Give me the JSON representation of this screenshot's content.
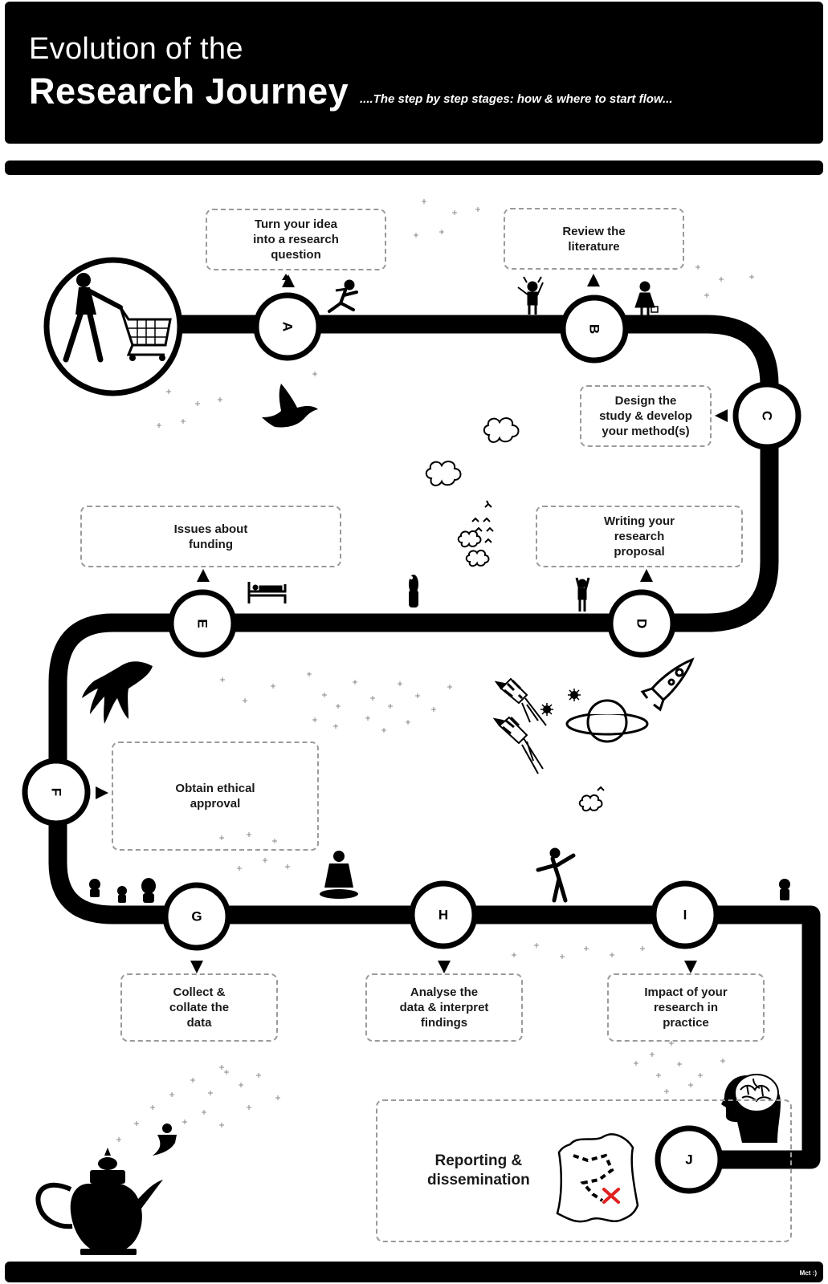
{
  "header": {
    "title_line1": "Evolution of the",
    "title_line2": "Research Journey",
    "tagline": "....The step by step stages: how & where to start flow..."
  },
  "stages": [
    {
      "letter": "A",
      "label": "Turn your idea\ninto a research\nquestion"
    },
    {
      "letter": "B",
      "label": "Review the\nliterature"
    },
    {
      "letter": "C",
      "label": "Design the\nstudy & develop\nyour method(s)"
    },
    {
      "letter": "D",
      "label": "Writing your\nresearch\nproposal"
    },
    {
      "letter": "E",
      "label": "Issues about\nfunding"
    },
    {
      "letter": "F",
      "label": "Obtain ethical\napproval"
    },
    {
      "letter": "G",
      "label": "Collect &\ncollate the\ndata"
    },
    {
      "letter": "H",
      "label": "Analyse the\ndata & interpret\nfindings"
    },
    {
      "letter": "I",
      "label": "Impact of your\nresearch in\npractice"
    },
    {
      "letter": "J",
      "label": "Reporting &\ndissemination"
    }
  ],
  "footer": {
    "credit": "Mct :)"
  },
  "colors": {
    "background": "#ffffff",
    "ink": "#000000",
    "box_border": "#9a9a9a",
    "map_x": "#e02020"
  },
  "icons": [
    "shopping-cart-woman-icon",
    "ninja-icon",
    "viking-icon",
    "shopper-woman-icon",
    "dove-icon",
    "cloud-icon",
    "birds-icon",
    "bed-icon",
    "figure-icon",
    "cheering-person-icon",
    "hand-icon",
    "rocket-icon",
    "planet-icon",
    "firework-rockets-icon",
    "meditating-person-icon",
    "dancing-person-icon",
    "alien-creatures-icon",
    "brain-head-icon",
    "genie-lamp-teapot-icon",
    "treasure-map-icon"
  ]
}
